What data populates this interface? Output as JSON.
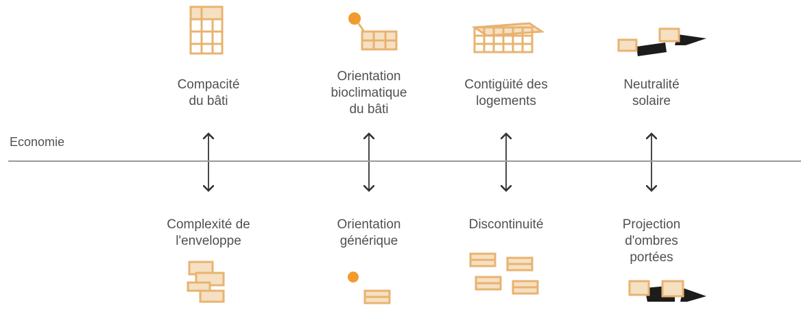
{
  "axis": {
    "label": "Economie"
  },
  "top_items": [
    {
      "label": "Compacité\ndu bâti",
      "icon": "compact-stack-icon"
    },
    {
      "label": "Orientation\nbioclimatique\ndu bâti",
      "icon": "sun-oriented-block-icon"
    },
    {
      "label": "Contigüité des\nlogements",
      "icon": "contiguous-block-icon"
    },
    {
      "label": "Neutralité\nsolaire",
      "icon": "solar-neutral-blocks-icon"
    }
  ],
  "bottom_items": [
    {
      "label": "Complexité de\nl'enveloppe",
      "icon": "complex-envelope-icon"
    },
    {
      "label": "Orientation\ngénérique",
      "icon": "generic-orientation-icon"
    },
    {
      "label": "Discontinuité",
      "icon": "scattered-blocks-icon"
    },
    {
      "label": "Projection\nd'ombres\nportées",
      "icon": "cast-shadow-blocks-icon"
    }
  ],
  "colors": {
    "accent": "#e8b370",
    "sun": "#f39a2d",
    "shadow": "#1c1c1c",
    "line": "#9a9a9a"
  }
}
